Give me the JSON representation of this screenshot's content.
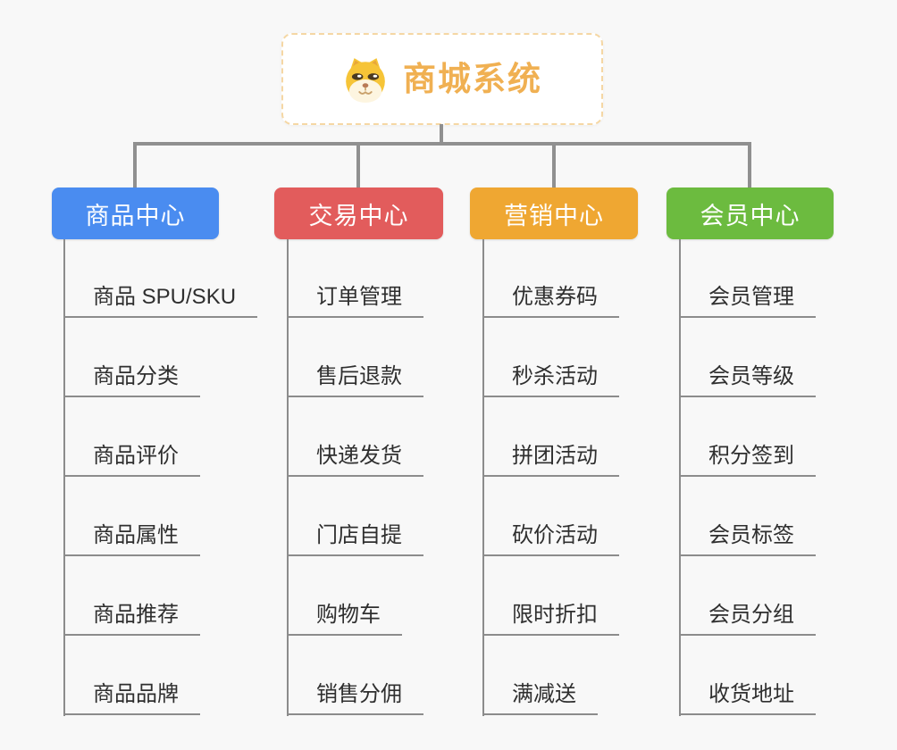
{
  "root": {
    "title": "商城系统",
    "icon": "dog-face-icon"
  },
  "branches": [
    {
      "label": "商品中心",
      "color": "#4A8CF0",
      "items": [
        "商品 SPU/SKU",
        "商品分类",
        "商品评价",
        "商品属性",
        "商品推荐",
        "商品品牌"
      ]
    },
    {
      "label": "交易中心",
      "color": "#E25C5C",
      "items": [
        "订单管理",
        "售后退款",
        "快递发货",
        "门店自提",
        "购物车",
        "销售分佣"
      ]
    },
    {
      "label": "营销中心",
      "color": "#EFA732",
      "items": [
        "优惠券码",
        "秒杀活动",
        "拼团活动",
        "砍价活动",
        "限时折扣",
        "满减送"
      ]
    },
    {
      "label": "会员中心",
      "color": "#6CBB3F",
      "items": [
        "会员管理",
        "会员等级",
        "积分签到",
        "会员标签",
        "会员分组",
        "收货地址"
      ]
    }
  ],
  "colors": {
    "background": "#F8F8F8",
    "connector": "#909090",
    "leaf_line": "#8C8C8C",
    "leaf_text": "#2F2F2F",
    "root_text": "#F0B052",
    "root_border": "#F5D7A4"
  }
}
